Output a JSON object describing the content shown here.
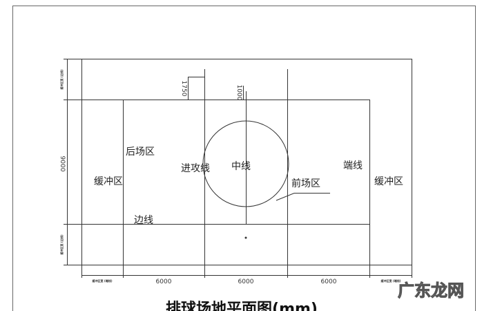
{
  "title": "排球场地平面图(mm)",
  "watermark": "广东龙网",
  "labels": {
    "back_zone": "后场区",
    "buffer_left": "缓冲区",
    "attack_line": "进攻线",
    "center_line": "中线",
    "front_zone": "前场区",
    "end_line": "端线",
    "buffer_right": "缓冲区",
    "side_line": "边线"
  },
  "dimensions": {
    "width": "9000",
    "attack_offset": "1750",
    "net_offset": "1000",
    "segments": [
      "6000",
      "6000",
      "6000"
    ],
    "buffer_side_top": "缓冲区宽 (边线)",
    "buffer_side_bottom": "缓冲区宽 (边线)",
    "buffer_end_left": "缓冲区宽 (端线)",
    "buffer_end_right": "缓冲区宽 (端线)"
  }
}
